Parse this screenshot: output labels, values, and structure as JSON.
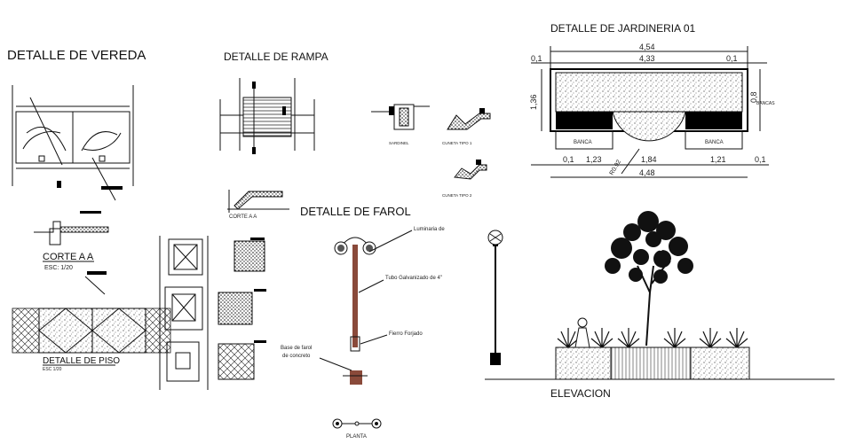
{
  "titles": {
    "vereda": "DETALLE DE VEREDA",
    "rampa": "DETALLE DE RAMPA",
    "jardineria": "DETALLE DE JARDINERIA 01",
    "farol": "DETALLE DE FAROL",
    "elevacion": "ELEVACION",
    "corte_aa": "CORTE A A",
    "corte_aa_scale": "ESC: 1/20",
    "rampa_corte": "CORTE A A",
    "piso": "DETALLE DE PISO",
    "piso_scale": "ESC 1/20",
    "planta": "PLANTA"
  },
  "jardineria": {
    "dim_total_top": "4,54",
    "dim_left": "0,1",
    "dim_mid": "4,33",
    "dim_right": "0,1",
    "dim_height": "1,36",
    "dim_height_right": "0,8",
    "bancas_label": "BANCAS",
    "banca_left": "BANCA",
    "banca_right": "BANCA",
    "dim_b1": "0,1",
    "dim_b2": "1,23",
    "dim_b3": "1,84",
    "dim_b4": "1,21",
    "dim_b5": "0,1",
    "dim_radius": "R0.92",
    "dim_total_bottom": "4,48"
  },
  "farol": {
    "luminaria": "Luminaria de",
    "tubo": "Tubo Galvanizado de 4\"",
    "fierro": "Fierro Forjado",
    "base_1": "Base de farol",
    "base_2": "de  concreto"
  },
  "rampa_small": {
    "sardinel": "SARDINEL",
    "cuneta1": "CUNETA TIPO 1",
    "cuneta2": "CUNETA TIPO 2"
  },
  "colors": {
    "line": "#111111",
    "pole": "#8a4a3a",
    "fill_dark": "#000000"
  }
}
